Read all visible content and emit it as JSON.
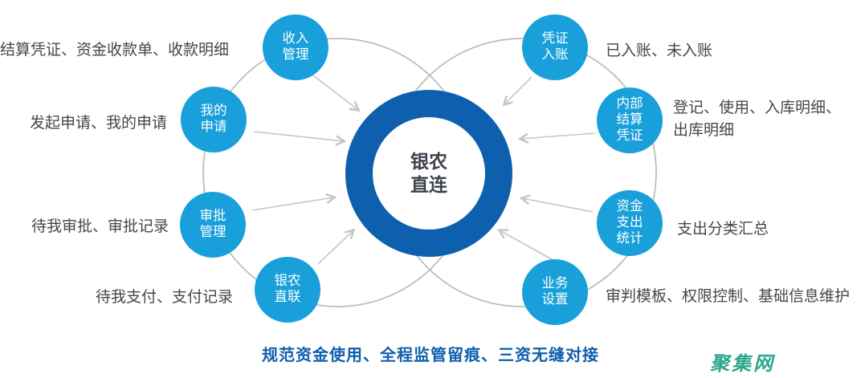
{
  "center": {
    "label": "银农\n直连"
  },
  "nodes": [
    {
      "id": "income-management",
      "label": "收入\n管理",
      "note": "结算凭证、资金收款单、收款明细"
    },
    {
      "id": "my-application",
      "label": "我的\n申请",
      "note": "发起申请、我的申请"
    },
    {
      "id": "approval-management",
      "label": "审批\n管理",
      "note": "待我审批、审批记录"
    },
    {
      "id": "bank-agri-link",
      "label": "银农\n直联",
      "note": "待我支付、支付记录"
    },
    {
      "id": "voucher-entry",
      "label": "凭证\n入账",
      "note": "已入账、未入账"
    },
    {
      "id": "internal-settlement",
      "label": "内部\n结算\n凭证",
      "note": "登记、使用、入库明细、\n出库明细"
    },
    {
      "id": "fund-expenditure",
      "label": "资金\n支出\n统计",
      "note": "支出分类汇总"
    },
    {
      "id": "business-settings",
      "label": "业务\n设置",
      "note": "审判模板、权限控制、基础信息维护"
    }
  ],
  "footer": {
    "tagline": "规范资金使用、全程监管留痕、三资无缝对接",
    "logo": "聚集网"
  },
  "colors": {
    "node_blue": "#19a0da",
    "ring_blue": "#0e5fad",
    "tagline_blue": "#0e5fad",
    "logo_teal": "#2ca78f",
    "orbit_gray": "#bdbdbd",
    "arrow_gray": "#c6c6c6",
    "note_text": "#45454d",
    "center_text": "#3d434d"
  }
}
